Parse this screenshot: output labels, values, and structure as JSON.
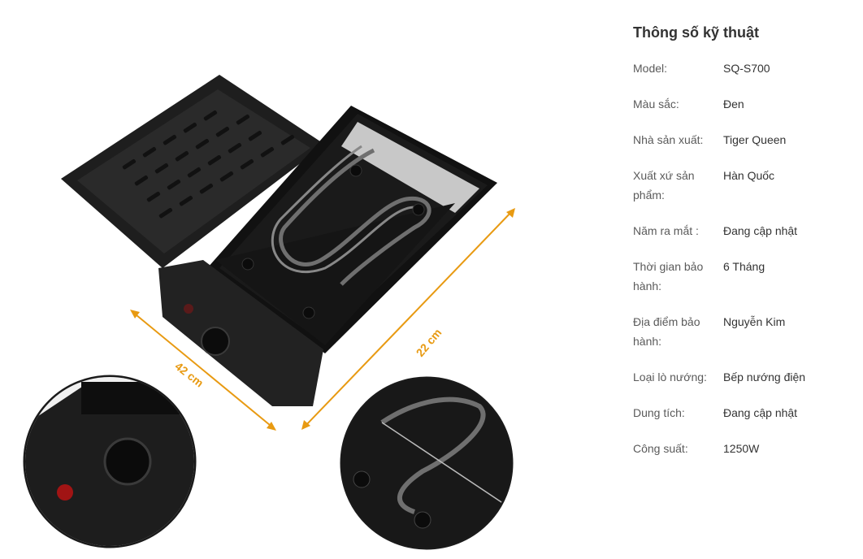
{
  "image": {
    "alt_icon": "product-photo-electric-grill",
    "dimension_width": "42 cm",
    "dimension_depth": "22 cm",
    "accent_color": "#e89a12"
  },
  "specs": {
    "title": "Thông số kỹ thuật",
    "rows": [
      {
        "label": "Model:",
        "value": "SQ-S700"
      },
      {
        "label": "Màu sắc:",
        "value": "Đen"
      },
      {
        "label": "Nhà sản xuất:",
        "value": "Tiger Queen"
      },
      {
        "label": "Xuất xứ sản phẩm:",
        "value": "Hàn Quốc"
      },
      {
        "label": "Năm ra mắt :",
        "value": "Đang cập nhật"
      },
      {
        "label": "Thời gian bảo hành:",
        "value": "6 Tháng"
      },
      {
        "label": "Địa điểm bảo hành:",
        "value": "Nguyễn Kim"
      },
      {
        "label": "Loại lò nướng:",
        "value": "Bếp nướng điện"
      },
      {
        "label": "Dung tích:",
        "value": "Đang cập nhật"
      },
      {
        "label": "Công suất:",
        "value": "1250W"
      }
    ]
  }
}
